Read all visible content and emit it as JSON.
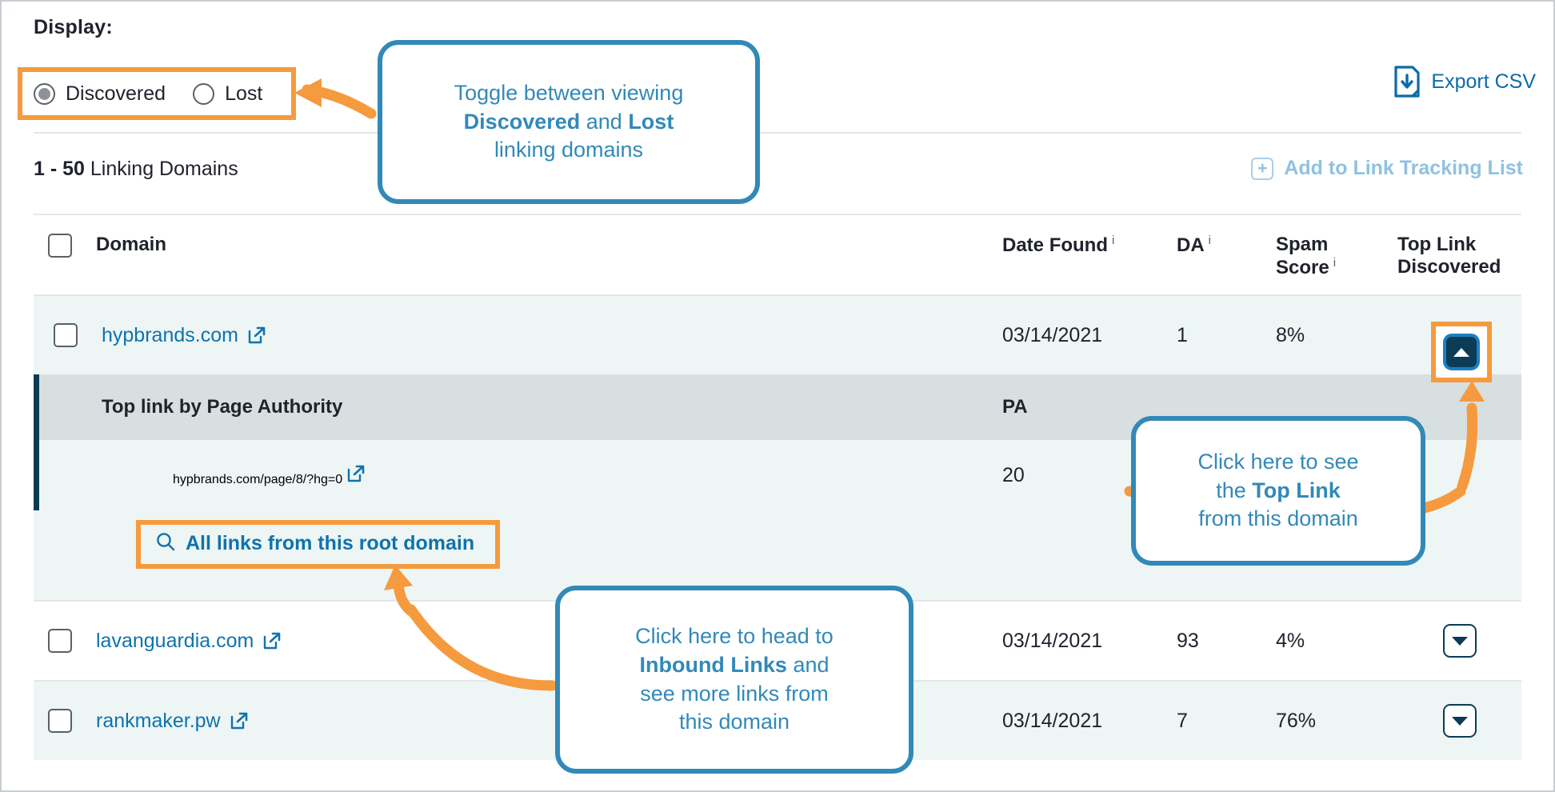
{
  "colors": {
    "accent_blue": "#1072ad",
    "callout_blue": "#3289b8",
    "highlight_orange": "#f59a3e",
    "row_tint": "#edf6f5",
    "subhead_gray": "#d7dfe0",
    "group_bar_navy": "#0c3c55",
    "muted_blue": "#90c2e0",
    "text_dark": "#20232d"
  },
  "header": {
    "display_label": "Display:",
    "radios": [
      {
        "label": "Discovered",
        "selected": true
      },
      {
        "label": "Lost",
        "selected": false
      }
    ],
    "export_label": "Export CSV",
    "export_icon": "file-download-icon"
  },
  "count_bar": {
    "range": "1 - 50",
    "label": "Linking Domains",
    "add_to_list_label": "Add to Link Tracking List",
    "add_icon": "plus-square-icon"
  },
  "table": {
    "columns": [
      {
        "key": "domain",
        "label": "Domain",
        "info": false
      },
      {
        "key": "date_found",
        "label": "Date Found",
        "info": true,
        "info_glyph": "i"
      },
      {
        "key": "da",
        "label": "DA",
        "info": true,
        "info_glyph": "i"
      },
      {
        "key": "spam_score",
        "label": "Spam Score",
        "info": true,
        "info_glyph": "i"
      },
      {
        "key": "top_link",
        "label": "Top Link Discovered",
        "info": false
      }
    ],
    "rows": [
      {
        "domain": "hypbrands.com",
        "date_found": "03/14/2021",
        "da": "1",
        "spam_score": "8%",
        "expanded": true,
        "toggle_icon": "chevron-up-icon",
        "expansion": {
          "subhead_label": "Top link by Page Authority",
          "subhead_metric": "PA",
          "link_url": "hypbrands.com/page/8/?hg=0",
          "link_pa": "20",
          "all_links_label": "All links from this root domain",
          "all_links_icon": "search-icon"
        }
      },
      {
        "domain": "lavanguardia.com",
        "date_found": "03/14/2021",
        "da": "93",
        "spam_score": "4%",
        "expanded": false,
        "toggle_icon": "chevron-down-icon"
      },
      {
        "domain": "rankmaker.pw",
        "date_found": "03/14/2021",
        "da": "7",
        "spam_score": "76%",
        "expanded": false,
        "toggle_icon": "chevron-down-icon"
      }
    ]
  },
  "callouts": {
    "toggle": {
      "line1": "Toggle between viewing",
      "bold1": "Discovered",
      "mid1": " and ",
      "bold2": "Lost",
      "line3": "linking domains"
    },
    "toplink": {
      "line1": "Click here to see",
      "line2_pre": "the ",
      "line2_bold": "Top Link",
      "line3": "from this domain"
    },
    "inbound": {
      "line1": "Click here to head to",
      "line2_bold": "Inbound Links",
      "line2_post": " and",
      "line3": "see more links from",
      "line4": "this domain"
    }
  }
}
